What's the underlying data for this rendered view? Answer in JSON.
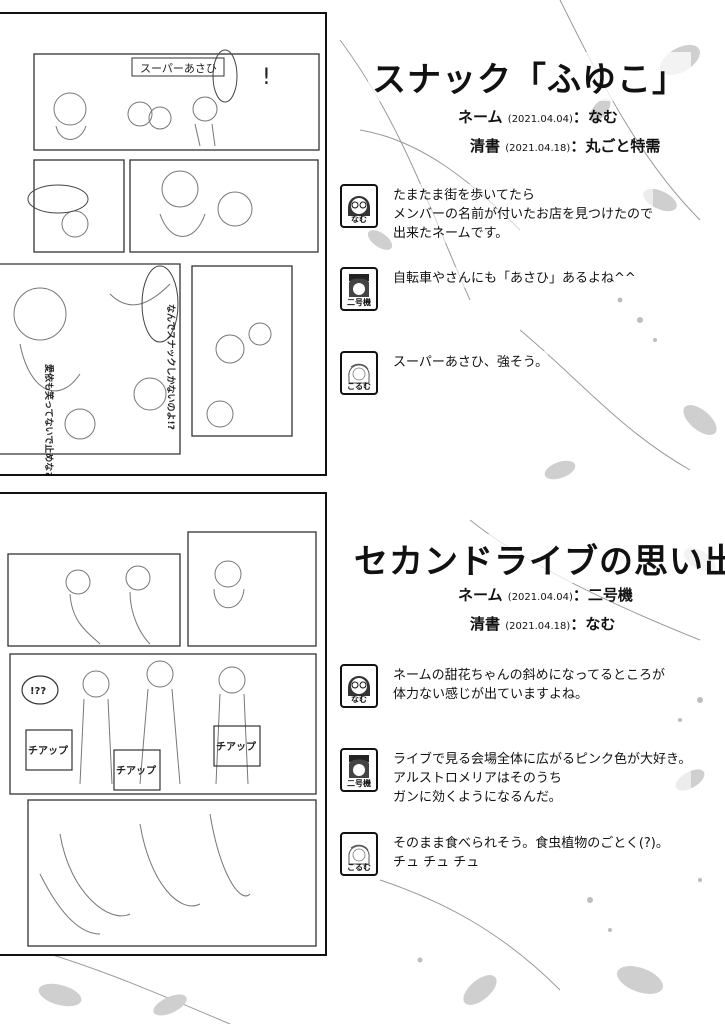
{
  "section1": {
    "title": "スナック「ふゆこ」",
    "credits": [
      {
        "role": "ネーム",
        "date": "(2021.04.04)",
        "name": "なむ"
      },
      {
        "role": "清書",
        "date": "(2021.04.18)",
        "name": "丸ごと特需"
      }
    ],
    "comments": [
      {
        "avatar": "なむ",
        "text": "たまたま街を歩いてたら\nメンバーの名前が付いたお店を見つけたので\n出来たネームです。"
      },
      {
        "avatar": "二号機",
        "text": "自転車やさんにも「あさひ」あるよね^^"
      },
      {
        "avatar": "こるむ",
        "text": "スーパーあさひ、強そう。"
      }
    ],
    "manga_texts": [
      "スーパーあさひ",
      "なんでスナックしかないのよ!?",
      "愛依も笑ってないで止めなさいよ"
    ]
  },
  "section2": {
    "title": "セカンドライブの思い出",
    "credits": [
      {
        "role": "ネーム",
        "date": "(2021.04.04)",
        "name": "二号機"
      },
      {
        "role": "清書",
        "date": "(2021.04.18)",
        "name": "なむ"
      }
    ],
    "comments": [
      {
        "avatar": "なむ",
        "text": "ネームの甜花ちゃんの斜めになってるところが\n体力ない感じが出ていますよね。"
      },
      {
        "avatar": "二号機",
        "text": "ライブで見る会場全体に広がるピンク色が大好き。\nアルストロメリアはそのうち\nガンに効くようになるんだ。"
      },
      {
        "avatar": "こるむ",
        "text": "そのまま食べられそう。食虫植物のごとく(?)。\nチュ チュ チュ"
      }
    ],
    "manga_texts": [
      "!??",
      "チアップ",
      "チアップ",
      "チアップ"
    ]
  }
}
